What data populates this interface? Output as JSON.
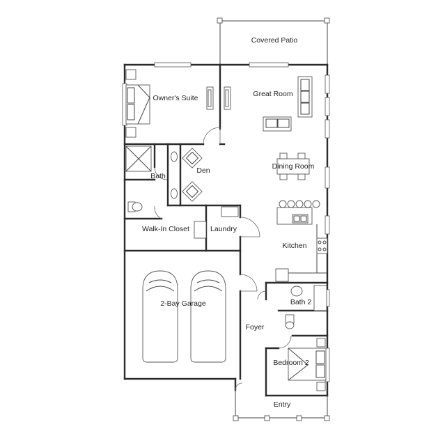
{
  "rooms": {
    "covered_patio": "Covered Patio",
    "great_room": "Great Room",
    "owners_suite": "Owner's Suite",
    "den": "Den",
    "dining_room": "Dining Room",
    "bath": "Bath",
    "walk_in_closet": "Walk-In Closet",
    "laundry": "Laundry",
    "kitchen": "Kitchen",
    "garage": "2-Bay Garage",
    "bath_2": "Bath 2",
    "foyer": "Foyer",
    "bedroom_2": "Bedroom 2",
    "entry": "Entry"
  }
}
